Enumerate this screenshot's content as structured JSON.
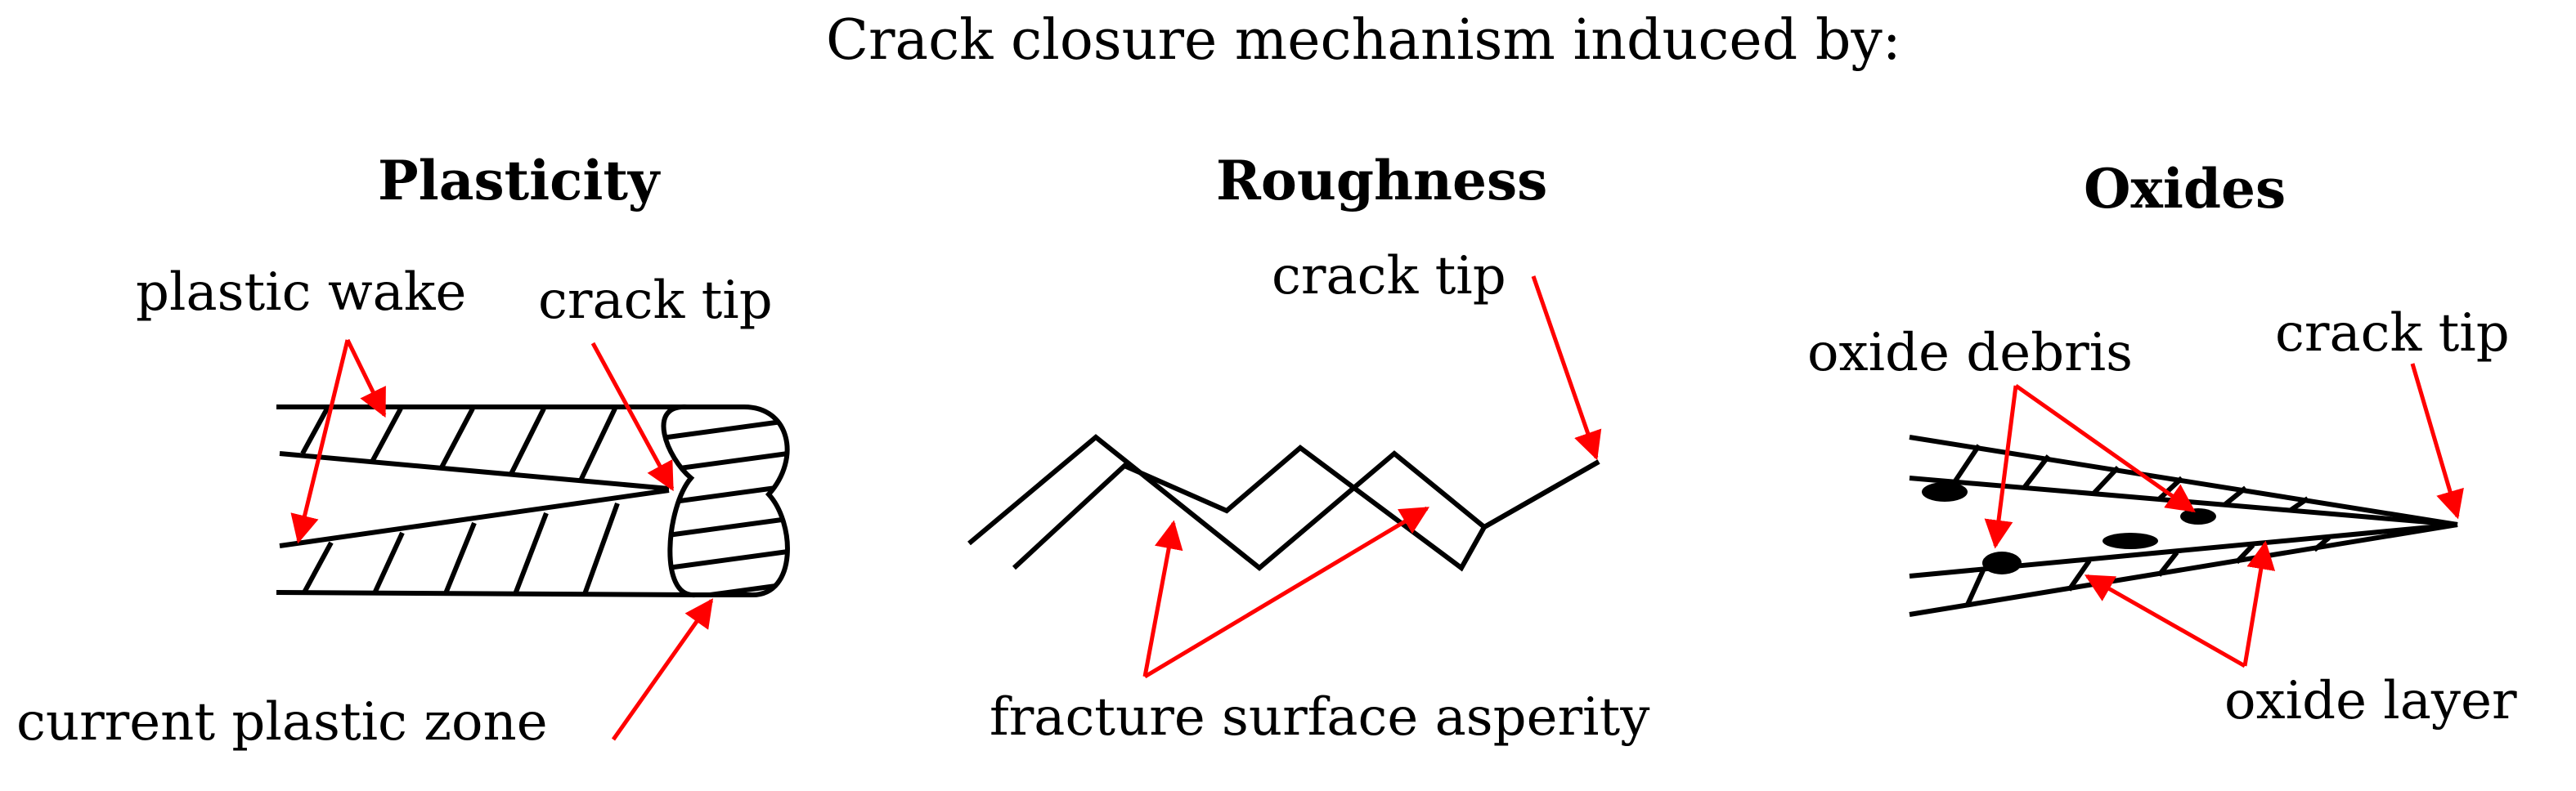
{
  "title": "Crack closure mechanism induced by:",
  "panels": {
    "plasticity": {
      "heading": "Plasticity",
      "labels": {
        "plastic_wake": "plastic wake",
        "crack_tip": "crack tip",
        "current_plastic_zone": "current plastic zone"
      }
    },
    "roughness": {
      "heading": "Roughness",
      "labels": {
        "crack_tip": "crack tip",
        "fracture_surface_asperity": "fracture surface asperity"
      }
    },
    "oxides": {
      "heading": "Oxides",
      "labels": {
        "oxide_debris": "oxide debris",
        "crack_tip": "crack tip",
        "oxide_layer": "oxide layer"
      }
    }
  },
  "colors": {
    "arrow": "#ff0000",
    "line": "#000000",
    "background": "#ffffff"
  }
}
